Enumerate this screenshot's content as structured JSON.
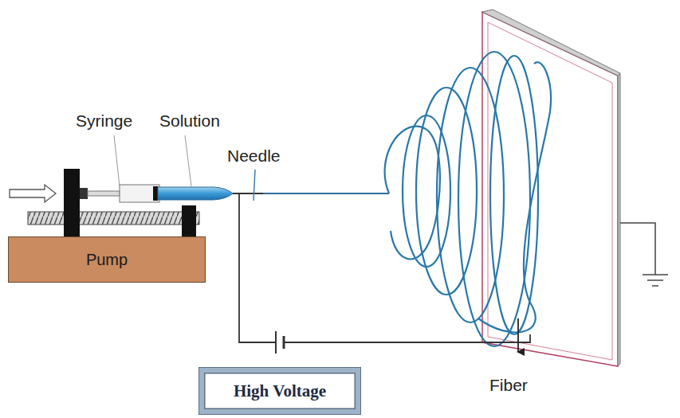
{
  "diagram": {
    "nodes": [
      {
        "text": [
          "Pump"
        ]
      },
      {
        "text": [
          "High Voltage"
        ]
      }
    ],
    "labels": [
      "Syringe",
      "Solution",
      "Needle",
      "Fiber"
    ]
  }
}
